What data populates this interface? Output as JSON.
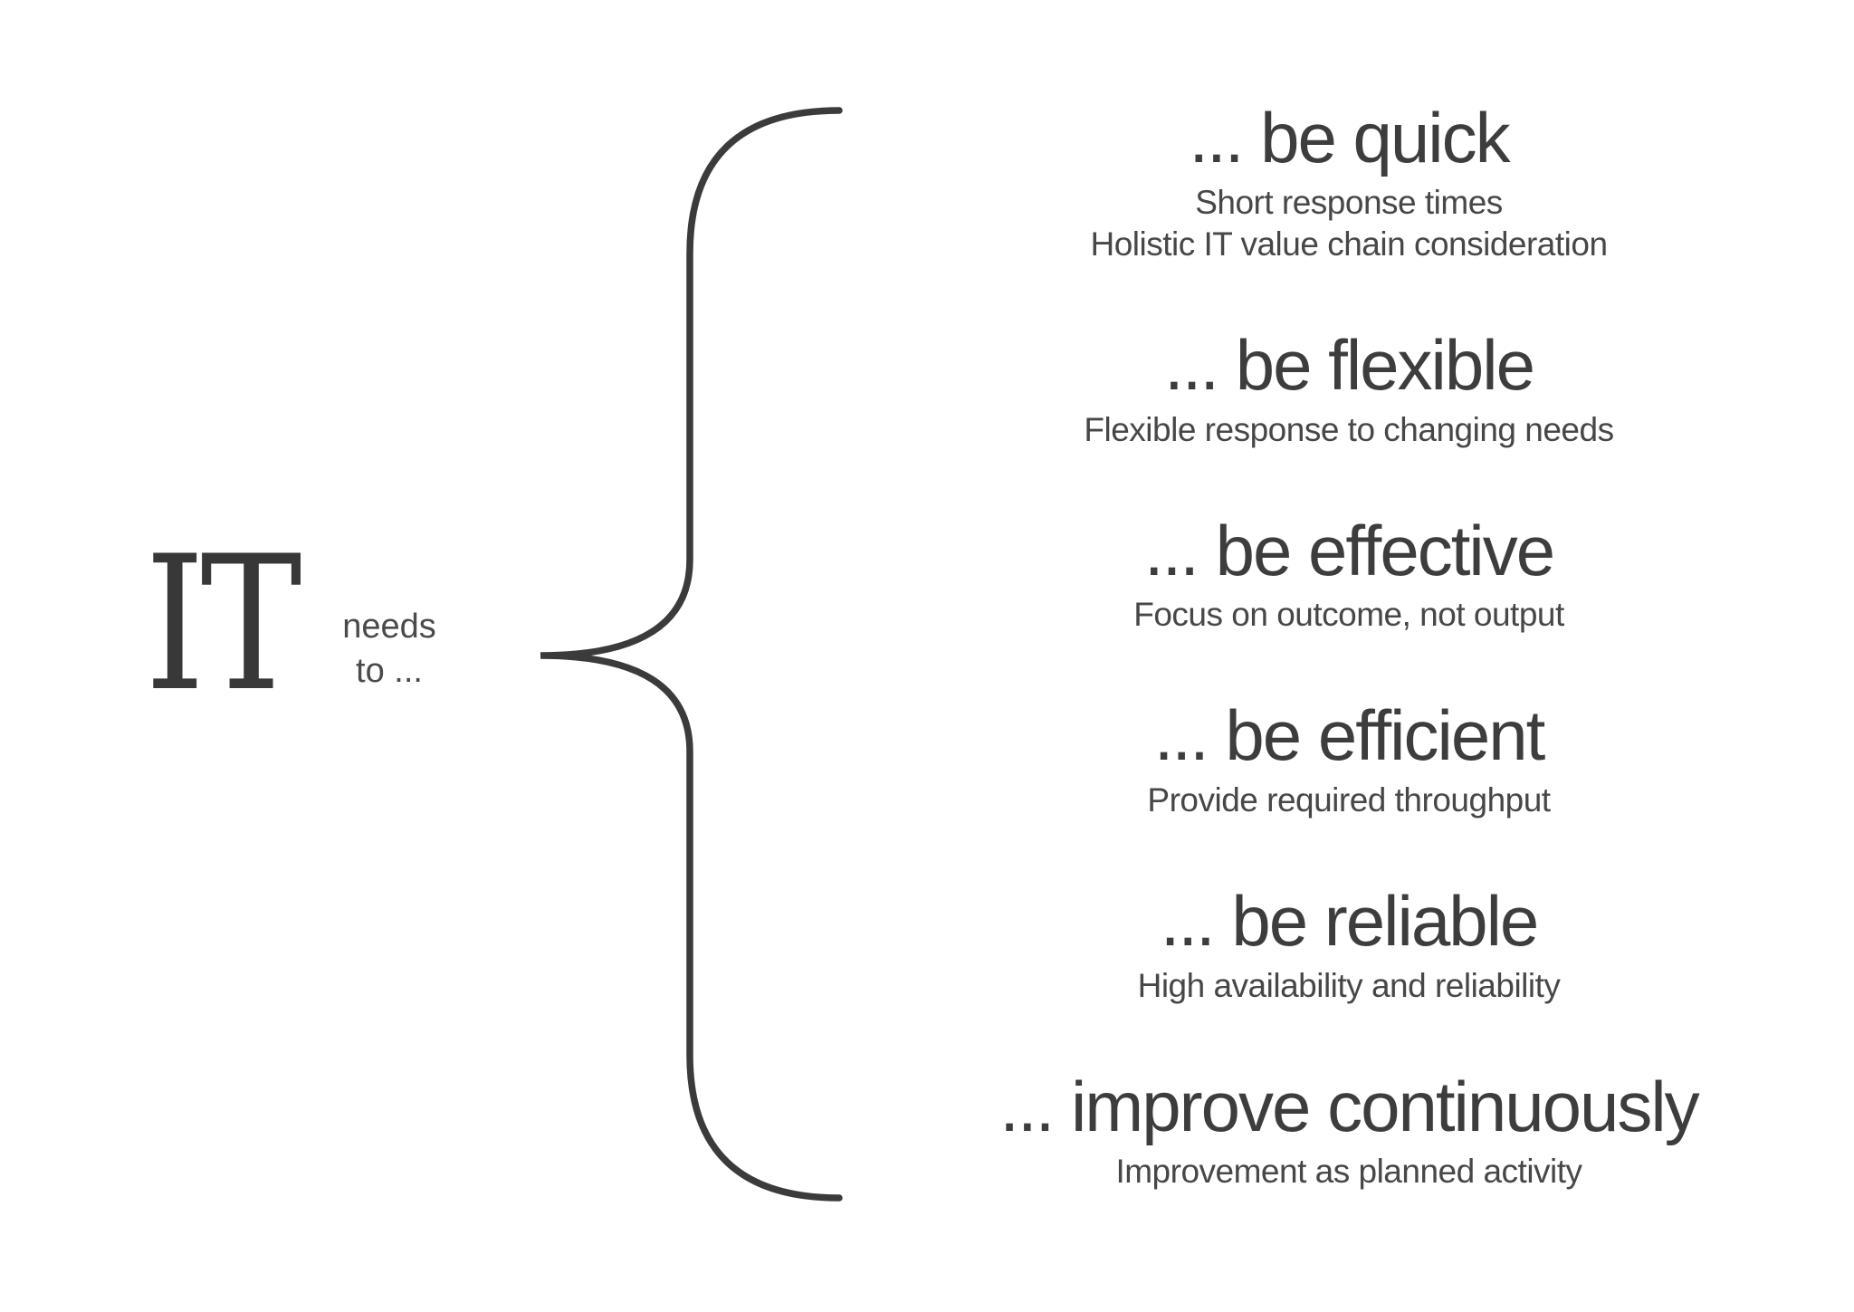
{
  "colors": {
    "background": "#ffffff",
    "title": "#383838",
    "qualifier": "#4a4a4a",
    "heading": "#3d3d3d",
    "details": "#474747",
    "brace": "#3b3b3b"
  },
  "subject": {
    "title": "IT",
    "qualifier": "needs\nto ..."
  },
  "brace_icon": "curly-brace-icon",
  "items": [
    {
      "heading": "... be quick",
      "details": "Short response times\nHolistic IT value chain consideration"
    },
    {
      "heading": "... be flexible",
      "details": "Flexible response to changing needs"
    },
    {
      "heading": "... be effective",
      "details": "Focus on outcome, not output"
    },
    {
      "heading": "... be efficient",
      "details": "Provide required throughput"
    },
    {
      "heading": "... be reliable",
      "details": "High availability and reliability"
    },
    {
      "heading": "... improve continuously",
      "details": "Improvement as planned activity"
    }
  ]
}
